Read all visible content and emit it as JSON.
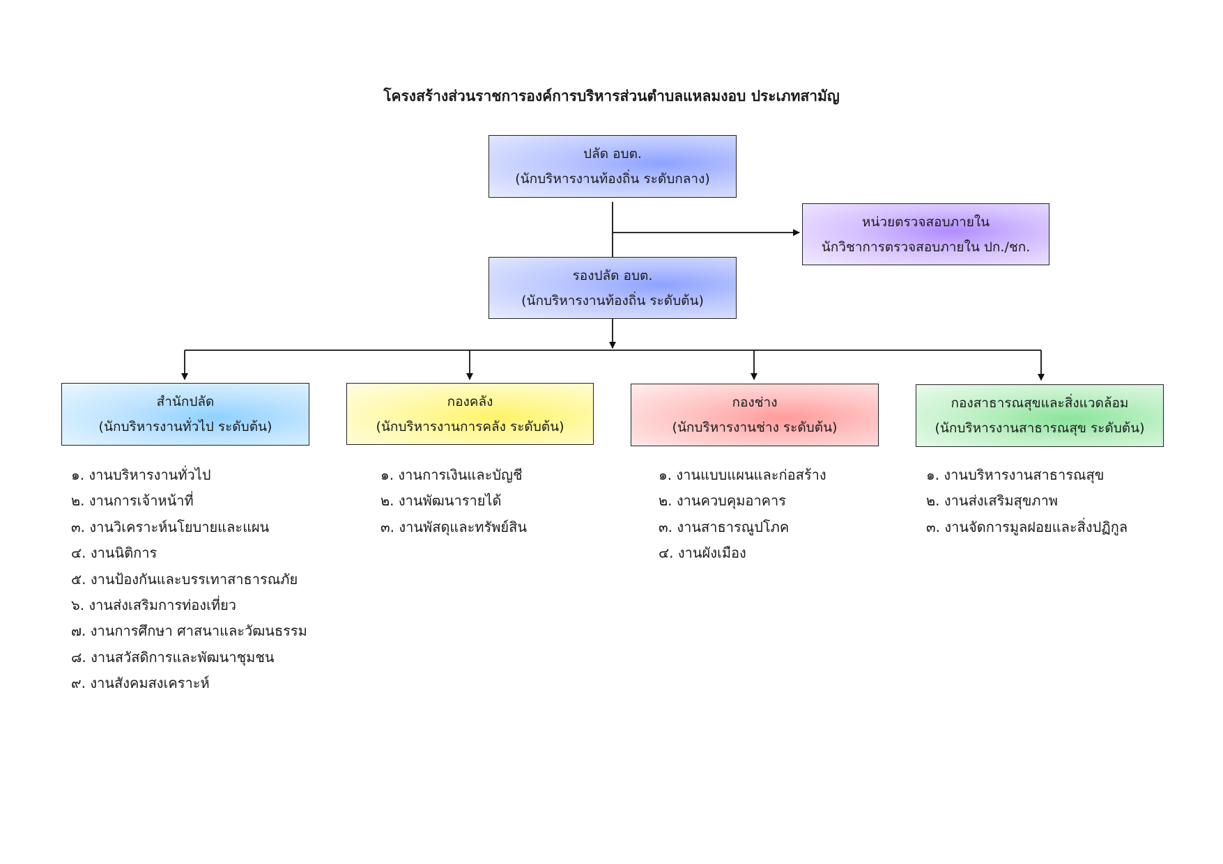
{
  "title": "โครงสร้างส่วนราชการองค์การบริหารส่วนตำบลแหลมงอบ ประเภทสามัญ",
  "chief": {
    "line1": "ปลัด อบต.",
    "line2": "(นักบริหารงานท้องถิ่น ระดับกลาง)"
  },
  "audit": {
    "line1": "หน่วยตรวจสอบภายใน",
    "line2": "นักวิชาการตรวจสอบภายใน ปก./ชก."
  },
  "deputy": {
    "line1": "รองปลัด อบต.",
    "line2": "(นักบริหารงานท้องถิ่น ระดับต้น)"
  },
  "departments": [
    {
      "line1": "สำนักปลัด",
      "line2": "(นักบริหารงานทั่วไป ระดับต้น)",
      "color": "#8fd1ff",
      "tasks": [
        "๑. งานบริหารงานทั่วไป",
        "๒. งานการเจ้าหน้าที่",
        "๓. งานวิเคราะห์นโยบายและแผน",
        "๔. งานนิติการ",
        "๕. งานป้องกันและบรรเทาสาธารณภัย",
        "๖. งานส่งเสริมการท่องเที่ยว",
        "๗. งานการศึกษา ศาสนาและวัฒนธรรม",
        "๘. งานสวัสดิการและพัฒนาชุมชน",
        "๙. งานสังคมสงเคราะห์"
      ]
    },
    {
      "line1": "กองคลัง",
      "line2": "(นักบริหารงานการคลัง ระดับต้น)",
      "color": "#fff36a",
      "tasks": [
        "๑. งานการเงินและบัญชี",
        "๒. งานพัฒนารายได้",
        "๓. งานพัสดุและทรัพย์สิน"
      ]
    },
    {
      "line1": "กองช่าง",
      "line2": "(นักบริหารงานช่าง ระดับต้น)",
      "color": "#ff9a9a",
      "tasks": [
        "๑. งานแบบแผนและก่อสร้าง",
        "๒. งานควบคุมอาคาร",
        "๓. งานสาธารณูปโภค",
        "๔. งานผังเมือง"
      ]
    },
    {
      "line1": "กองสาธารณสุขและสิ่งแวดล้อม",
      "line2": "(นักบริหารงานสาธารณสุข ระดับต้น)",
      "color": "#8ae49a",
      "tasks": [
        "๑. งานบริหารงานสาธารณสุข",
        "๒. งานส่งเสริมสุขภาพ",
        "๓. งานจัดการมูลฝอยและสิ่งปฏิกูล"
      ]
    }
  ]
}
